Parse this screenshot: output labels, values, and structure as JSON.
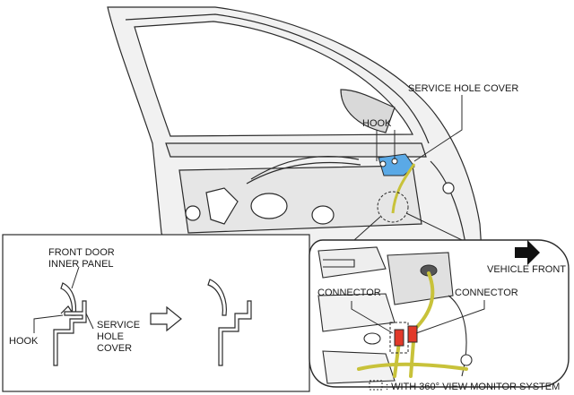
{
  "labels": {
    "service_hole_cover": "SERVICE HOLE COVER",
    "hook_main": "HOOK",
    "front_door_inner_panel_line1": "FRONT DOOR",
    "front_door_inner_panel_line2": "INNER PANEL",
    "hook_detail": "HOOK",
    "service_hole_cover_detail_line1": "SERVICE",
    "service_hole_cover_detail_line2": "HOLE",
    "service_hole_cover_detail_line3": "COVER",
    "vehicle_front": "VEHICLE FRONT",
    "connector_left": "CONNECTOR",
    "connector_right": "CONNECTOR",
    "legend": ": WITH 360° VIEW MONITOR SYSTEM"
  },
  "colors": {
    "line": "#2b2b2b",
    "panel_fill": "#f1f1f1",
    "inner_fill": "#e6e6e6",
    "cover_blue": "#5aa9e6",
    "harness_yellow": "#c8c23a",
    "connector_red": "#e23a2a",
    "arrow_black": "#111111"
  },
  "icons": {
    "vehicle_front_arrow": "arrow-right-icon",
    "transition_arrow": "hollow-arrow-right-icon"
  }
}
